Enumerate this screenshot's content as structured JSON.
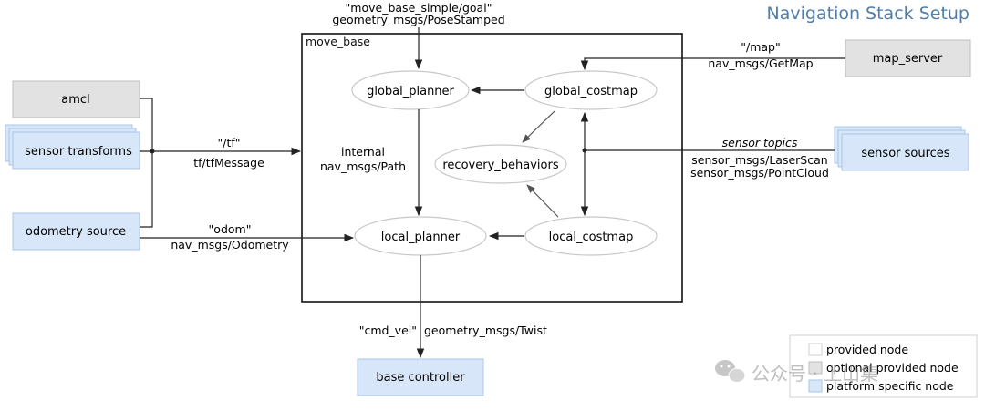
{
  "title": "Navigation Stack Setup",
  "colors": {
    "title": "#4f7eab",
    "provided_fill": "#ffffff",
    "optional_fill": "#e2e2e2",
    "platform_fill": "#d7e6f8",
    "platform_stroke": "#a9c4e4",
    "line": "#222222",
    "ellipse_stroke": "#c8c8c8",
    "container_stroke": "#111111"
  },
  "container": {
    "label": "move_base"
  },
  "nodes": {
    "global_planner": "global_planner",
    "global_costmap": "global_costmap",
    "recovery_behaviors": "recovery_behaviors",
    "local_planner": "local_planner",
    "local_costmap": "local_costmap"
  },
  "external": {
    "amcl": "amcl",
    "sensor_transforms": "sensor transforms",
    "odometry_source": "odometry source",
    "map_server": "map_server",
    "sensor_sources": "sensor sources",
    "base_controller": "base controller"
  },
  "edge_labels": {
    "goal_topic": "\"move_base_simple/goal\"",
    "goal_type": "geometry_msgs/PoseStamped",
    "tf_topic": "\"/tf\"",
    "tf_type": "tf/tfMessage",
    "odom_topic": "\"odom\"",
    "odom_type": "nav_msgs/Odometry",
    "map_topic": "\"/map\"",
    "map_type": "nav_msgs/GetMap",
    "sensor_title": "sensor topics",
    "sensor_type1": "sensor_msgs/LaserScan",
    "sensor_type2": "sensor_msgs/PointCloud",
    "internal": "internal",
    "internal_type": "nav_msgs/Path",
    "cmd_topic": "\"cmd_vel\"",
    "cmd_type": "geometry_msgs/Twist"
  },
  "legend": {
    "provided": "provided node",
    "optional": "optional provided node",
    "platform": "platform specific node"
  },
  "watermark": {
    "icon": "wechat-icon",
    "text": "公众号 · 上山集"
  }
}
